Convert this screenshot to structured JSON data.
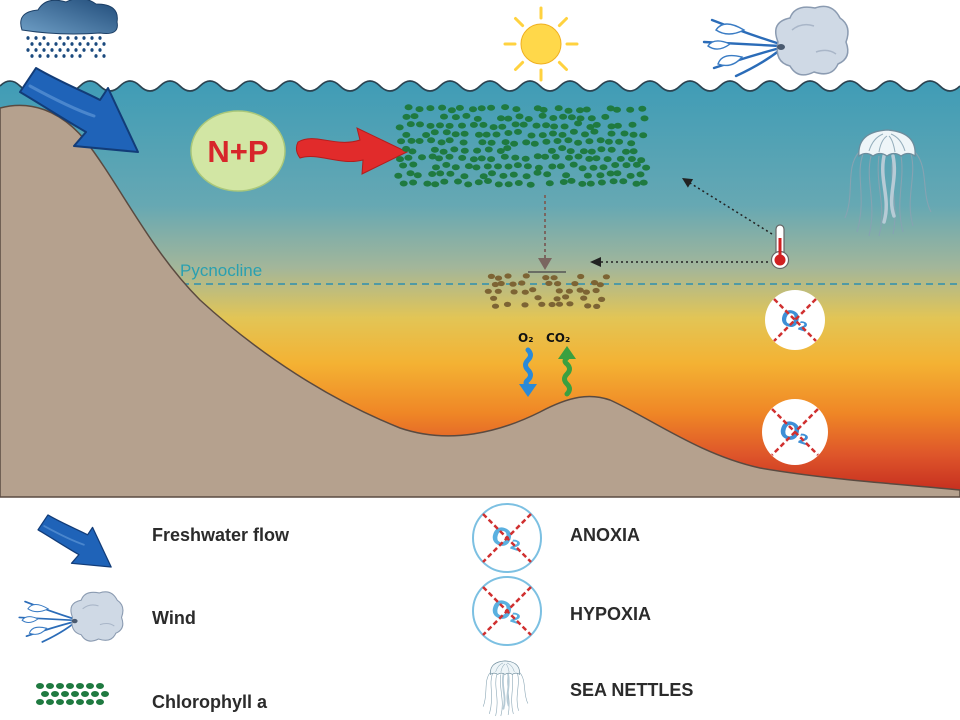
{
  "diagram": {
    "nutrients_label": "N+P",
    "pycnocline_label": "Pycnocline",
    "oxygen_label": "O₂",
    "carbon_dioxide_label": "CO₂",
    "no_oxygen_symbol_label": "O₂",
    "icons": [
      "rain-cloud-icon",
      "freshwater-arrow-icon",
      "sun-icon",
      "wind-icon",
      "nutrient-arrow-icon",
      "thermometer-icon",
      "jellyfish-icon",
      "no-oxygen-icon"
    ]
  },
  "legend": {
    "items": [
      {
        "label": "Freshwater flow",
        "icon": "freshwater-arrow-icon"
      },
      {
        "label": "Wind",
        "icon": "wind-icon"
      },
      {
        "label": "Chlorophyll a",
        "icon": "chlorophyll-dots-icon"
      },
      {
        "label": "ANOXIA",
        "icon": "no-oxygen-icon"
      },
      {
        "label": "HYPOXIA",
        "icon": "no-oxygen-icon"
      },
      {
        "label": "SEA NETTLES",
        "icon": "jellyfish-icon"
      }
    ]
  },
  "colors": {
    "freshwater": "#1f63b8",
    "nutrients_text": "#d7262a",
    "nutrients_bubble": "#d2e6a4",
    "nutrient_arrow": "#e12b2b",
    "chlorophyll": "#1f7a40",
    "dead_algae": "#7d6434",
    "land": "#b5a18e",
    "pycnocline": "#2d8fb0",
    "pycnocline_text": "#2aa0b0",
    "oxygen_arrow": "#2a8ad8",
    "co2_arrow": "#3aa040",
    "no_oxygen_cross": "#d03030",
    "no_oxygen_text": "#3d8fd6",
    "rain": "#1b4a7e"
  }
}
